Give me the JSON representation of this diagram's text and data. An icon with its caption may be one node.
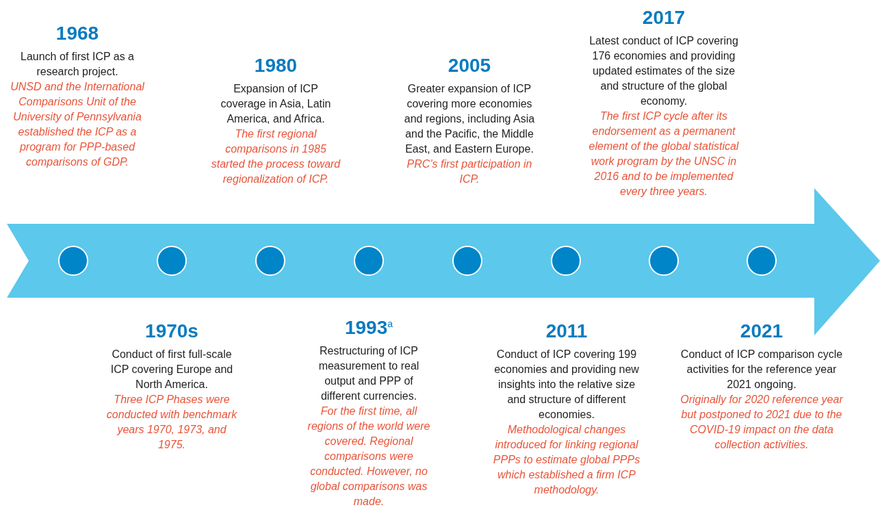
{
  "diagram": {
    "nodes": [
      {
        "text": [],
        "shape": "arrow"
      },
      {
        "text": [],
        "shape": "circle",
        "in": 0
      },
      {
        "text": [],
        "shape": "circle",
        "in": 0
      },
      {
        "text": [],
        "shape": "circle",
        "in": 0
      },
      {
        "text": [],
        "shape": "circle",
        "in": 0
      },
      {
        "text": [],
        "shape": "circle",
        "in": 0
      },
      {
        "text": [],
        "shape": "circle",
        "in": 0
      },
      {
        "text": [],
        "shape": "circle",
        "in": 0
      },
      {
        "text": [],
        "shape": "circle",
        "in": 0
      }
    ],
    "labels": [
      "1968",
      "Launch of first ICP as a research project.",
      "UNSD and the International Comparisons Unit of the University of Pennsylvania established the ICP as a program for PPP-based comparisons of GDP.",
      "1970s",
      "Conduct of first full-scale ICP covering Europe and North America.",
      "Three ICP Phases were conducted with benchmark years 1970, 1973, and 1975.",
      "1980",
      "Expansion of ICP coverage in Asia, Latin America, and Africa.",
      "The first regional comparisons in 1985 started the process toward regionalization of ICP.",
      "1993$^{a}$",
      "Restructuring of ICP measurement to real output and PPP of different currencies.",
      "For the first time, all regions of the world were covered. Regional comparisons were conducted. However, no global comparisons was made.",
      "2005",
      "Greater expansion of ICP covering more economies and regions, including Asia and the Pacific, the Middle East, and Eastern Europe.",
      "PRC’s first participation in ICP.",
      "2011",
      "Conduct of ICP covering 199 economies and providing new insights into the relative size and structure of different economies.",
      "Methodological changes introduced for linking regional PPPs to estimate global PPPs which established a firm ICP methodology.",
      "2017",
      "Latest conduct of ICP covering 176 economies and providing updated estimates of the size and structure of the global economy.",
      "The first ICP cycle after its endorsement as a permanent element of the global statistical work program by the UNSC in 2016 and to be implemented every three years.",
      "2021",
      "Conduct of ICP comparison cycle activities for the reference year 2021 ongoing.",
      "Originally for 2020 reference year but postponed to 2021 due to the COVID-19 impact on the data collection activities."
    ]
  }
}
